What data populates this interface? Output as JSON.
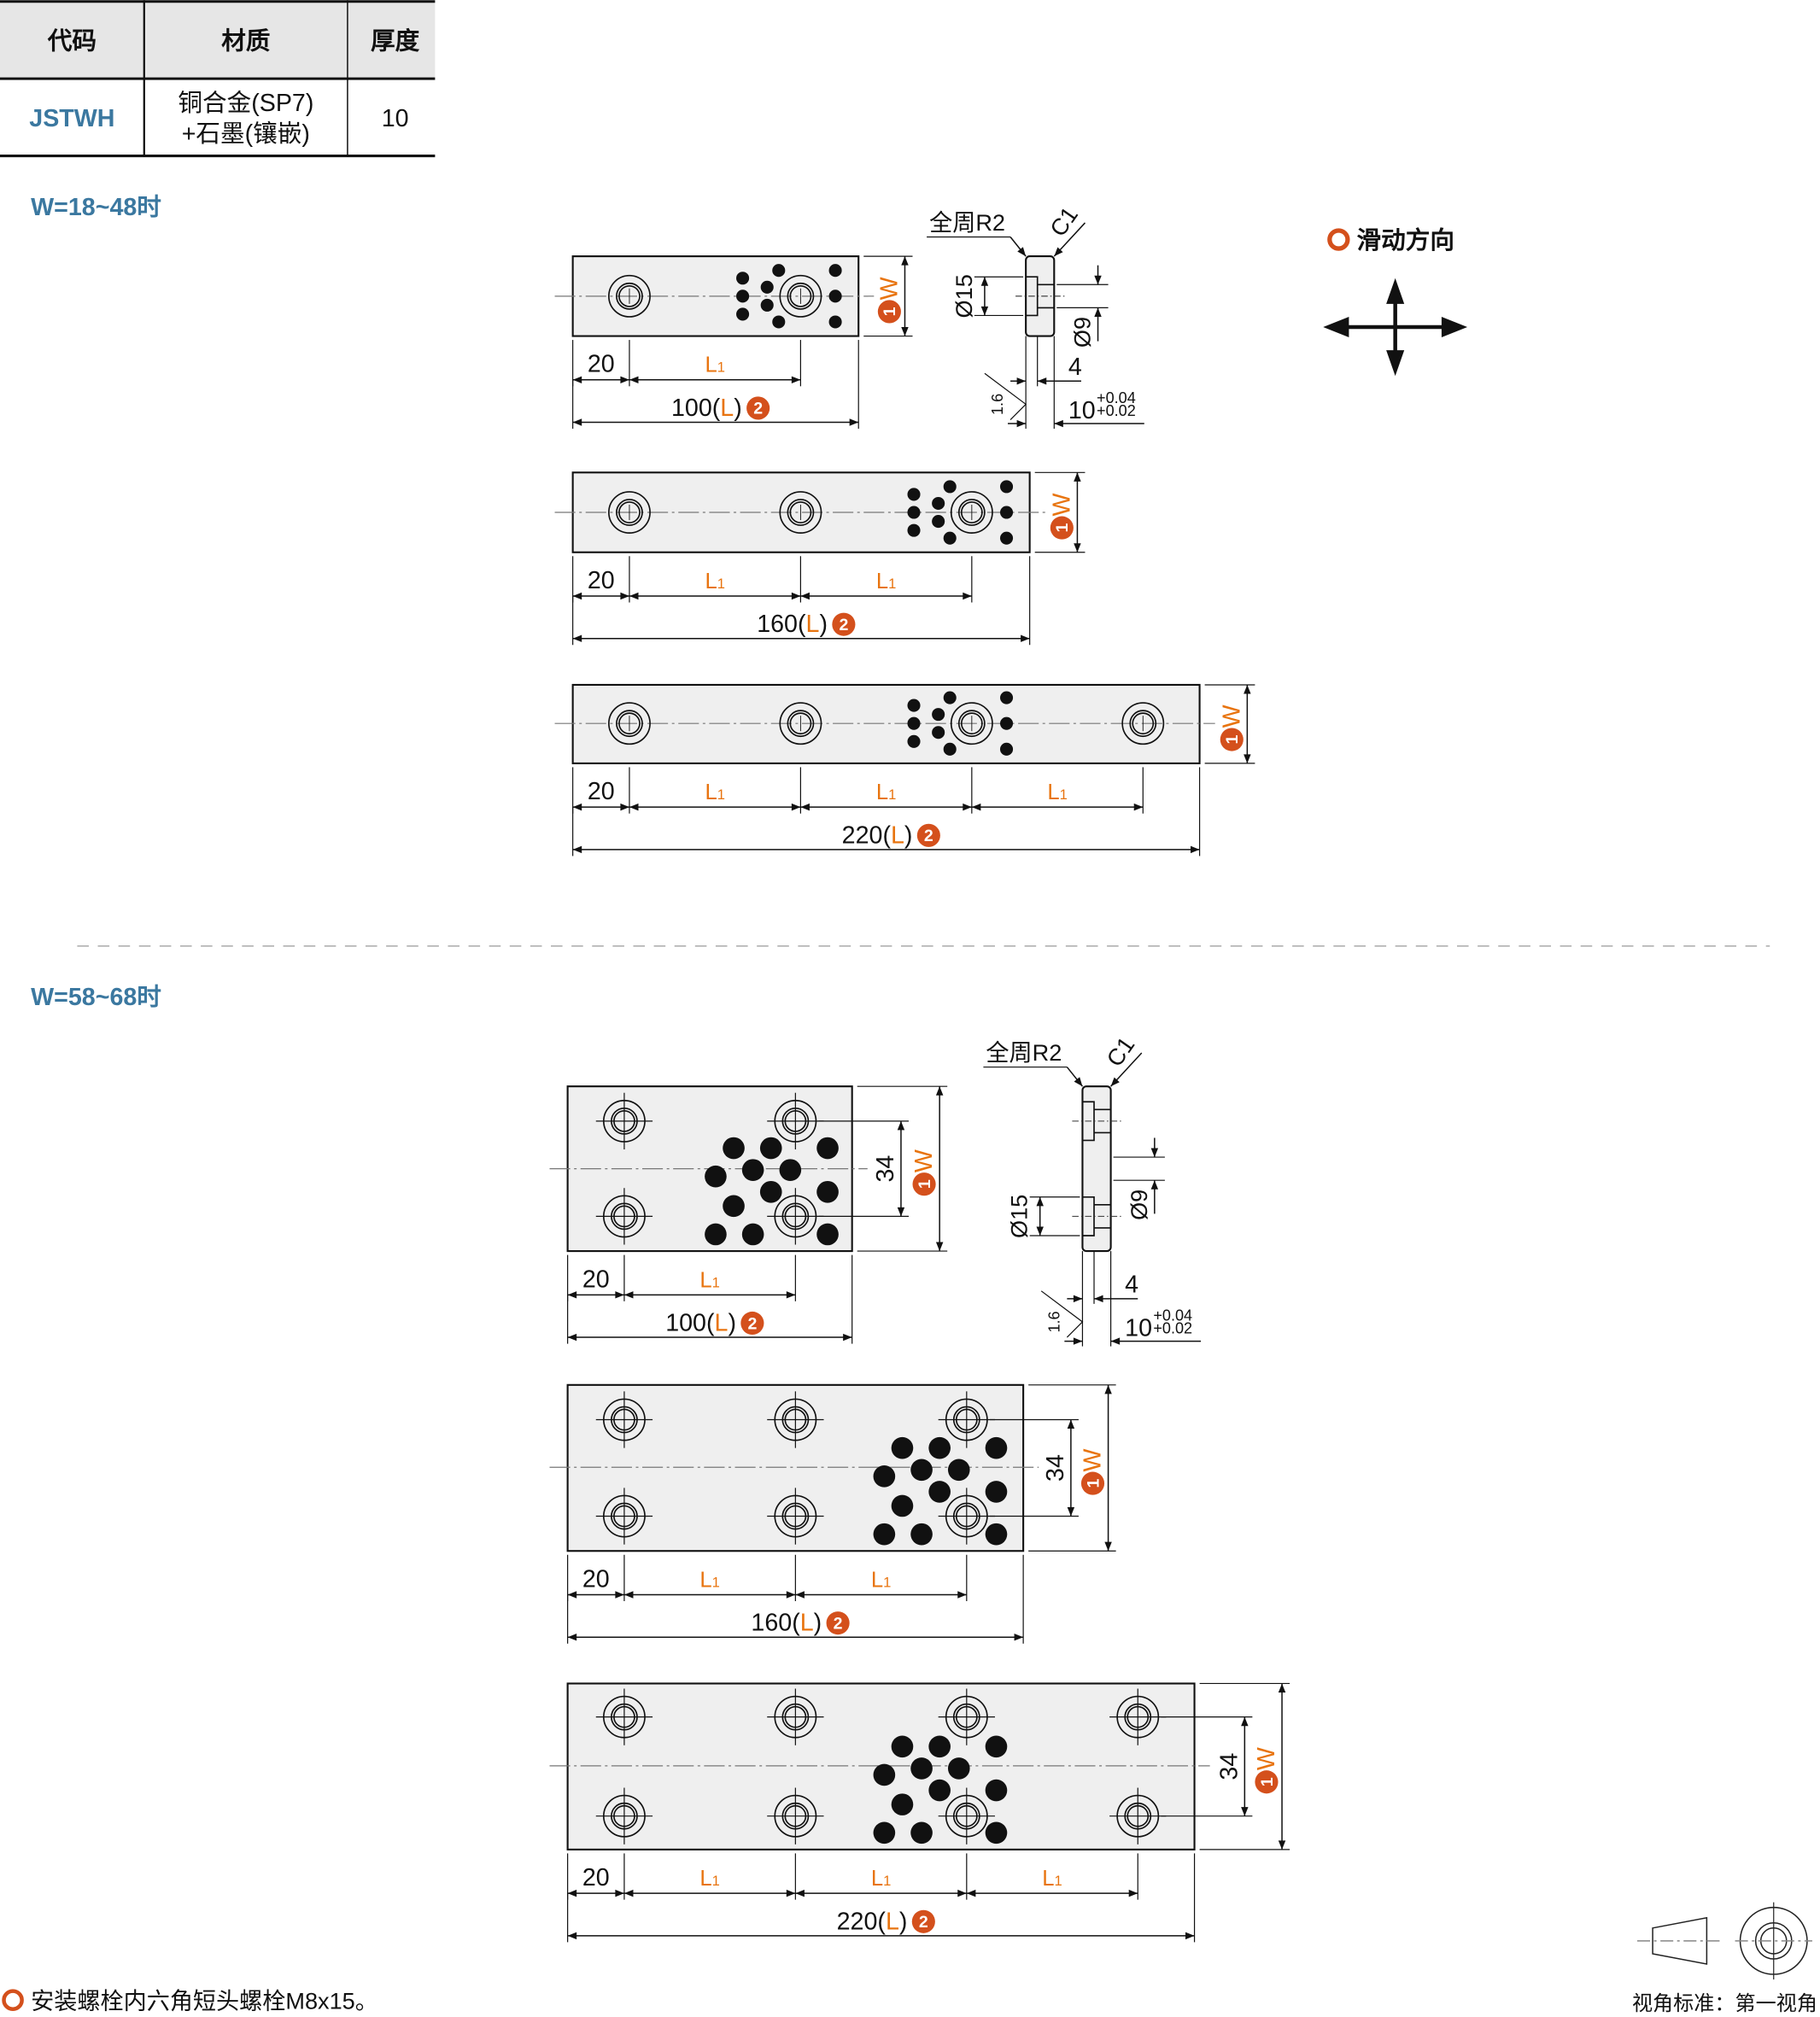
{
  "table": {
    "headers": [
      "代码",
      "材质",
      "厚度"
    ],
    "row": {
      "code": "JSTWH",
      "material_line1": "铜合金(SP7)",
      "material_line2": "+石墨(镶嵌)",
      "thickness": "10"
    }
  },
  "sections": [
    {
      "title": "W=18~48时"
    },
    {
      "title": "W=58~68时"
    }
  ],
  "labels": {
    "offset": "20",
    "pitch": "L",
    "pitch_sub": "1",
    "length_symbol": "L",
    "width_symbol": "W",
    "badge1": "1",
    "badge2": "2",
    "hole_pitch_w": "34",
    "lengths": [
      "100",
      "160",
      "220"
    ],
    "open_paren": "(",
    "close_paren": ")"
  },
  "side_view": {
    "corner": "全周R2",
    "chamfer": "C1",
    "counterbore_dia": "Ø15",
    "hole_dia": "Ø9",
    "counterbore_depth": "4",
    "thickness": "10",
    "tol_upper": "+0.04",
    "tol_lower": "+0.02",
    "roughness": "1.6"
  },
  "legend": {
    "title": "滑动方向"
  },
  "footer": {
    "note": "安装螺栓内六角短头螺栓M8x15。",
    "projection": "视角标准：第一视角"
  },
  "colors": {
    "accent": "#e8740f",
    "badge": "#d4501c",
    "title_blue": "#3b78a0",
    "plate_fill": "#efefef",
    "header_fill": "#e6e6e6"
  }
}
